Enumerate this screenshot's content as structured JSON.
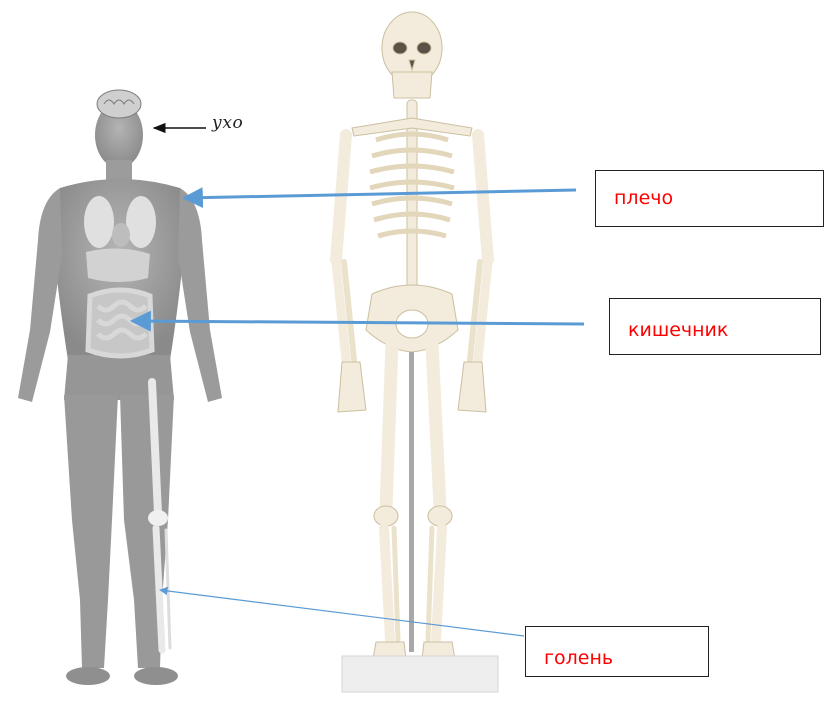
{
  "labels": {
    "ear": "ухо",
    "shoulder": "плечо",
    "intestine": "кишечник",
    "shin": "голень"
  },
  "colors": {
    "label_text": "#ff0000",
    "pointer_line": "#5b9bd5",
    "body_gray": "#9a9a9a",
    "bone": "#f3ecdd"
  }
}
